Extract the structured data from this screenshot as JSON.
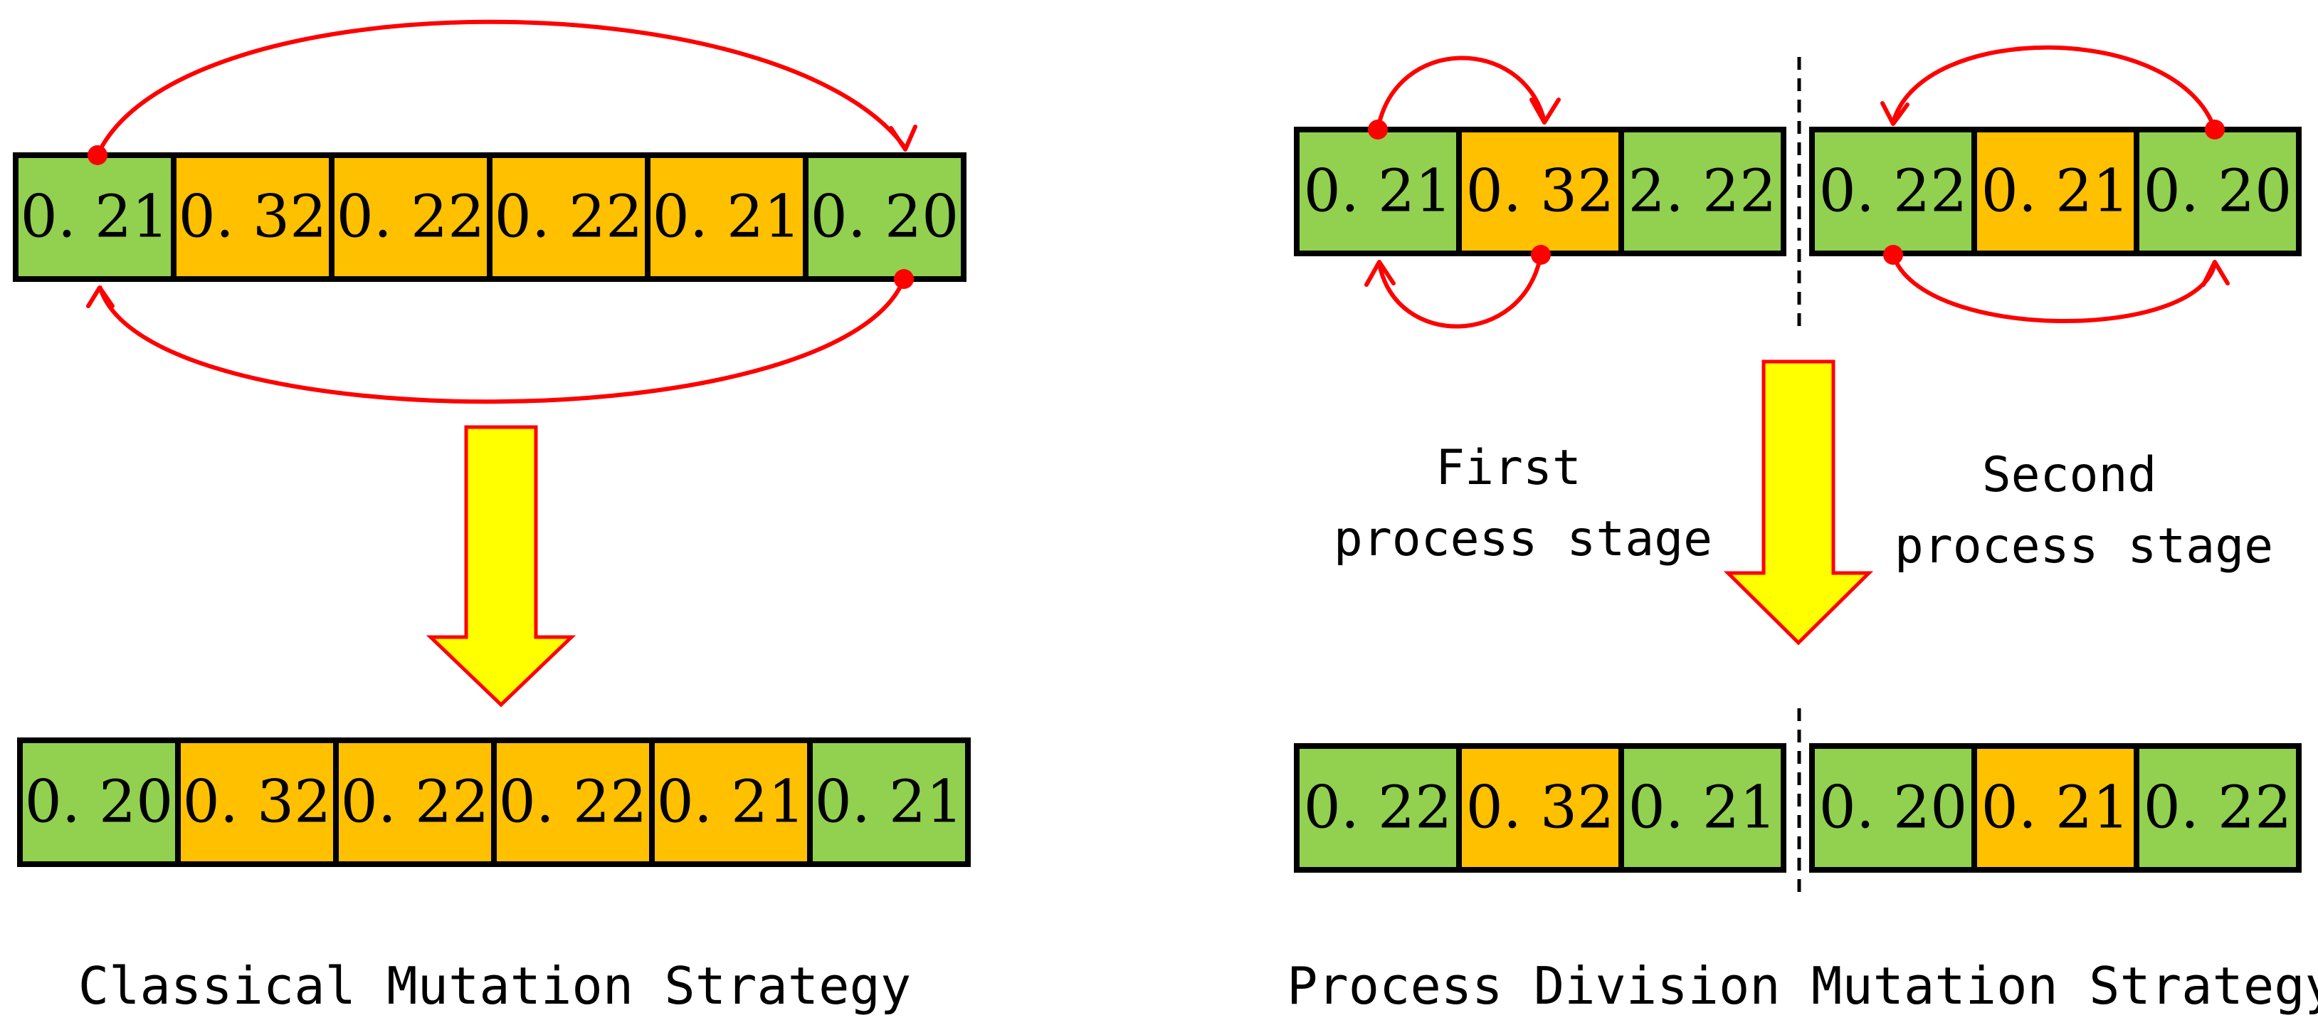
{
  "colors": {
    "normal_cell": "#92d050",
    "highlight_cell": "#ffc000",
    "swap_arrow": "#ff0000",
    "transition_arrow_fill": "#ffff00",
    "transition_arrow_stroke": "#ff0000"
  },
  "classical": {
    "caption": "Classical Mutation Strategy",
    "before": [
      {
        "value": "0. 21",
        "kind": "normal"
      },
      {
        "value": "0. 32",
        "kind": "highlight"
      },
      {
        "value": "0. 22",
        "kind": "highlight"
      },
      {
        "value": "0. 22",
        "kind": "highlight"
      },
      {
        "value": "0. 21",
        "kind": "highlight"
      },
      {
        "value": "0. 20",
        "kind": "normal"
      }
    ],
    "after": [
      {
        "value": "0. 20",
        "kind": "normal"
      },
      {
        "value": "0. 32",
        "kind": "highlight"
      },
      {
        "value": "0. 22",
        "kind": "highlight"
      },
      {
        "value": "0. 22",
        "kind": "highlight"
      },
      {
        "value": "0. 21",
        "kind": "highlight"
      },
      {
        "value": "0. 21",
        "kind": "normal"
      }
    ]
  },
  "division": {
    "caption": "Process Division Mutation Strategy",
    "first_stage": {
      "label_line1": "First",
      "label_line2": "process stage",
      "before": [
        {
          "value": "0. 21",
          "kind": "normal"
        },
        {
          "value": "0. 32",
          "kind": "highlight"
        },
        {
          "value": "2. 22",
          "kind": "normal"
        }
      ],
      "after": [
        {
          "value": "0. 22",
          "kind": "normal"
        },
        {
          "value": "0. 32",
          "kind": "highlight"
        },
        {
          "value": "0. 21",
          "kind": "normal"
        }
      ]
    },
    "second_stage": {
      "label_line1": "Second",
      "label_line2": "process stage",
      "before": [
        {
          "value": "0. 22",
          "kind": "normal"
        },
        {
          "value": "0. 21",
          "kind": "highlight"
        },
        {
          "value": "0. 20",
          "kind": "normal"
        }
      ],
      "after": [
        {
          "value": "0. 20",
          "kind": "normal"
        },
        {
          "value": "0. 21",
          "kind": "highlight"
        },
        {
          "value": "0. 22",
          "kind": "normal"
        }
      ]
    }
  }
}
